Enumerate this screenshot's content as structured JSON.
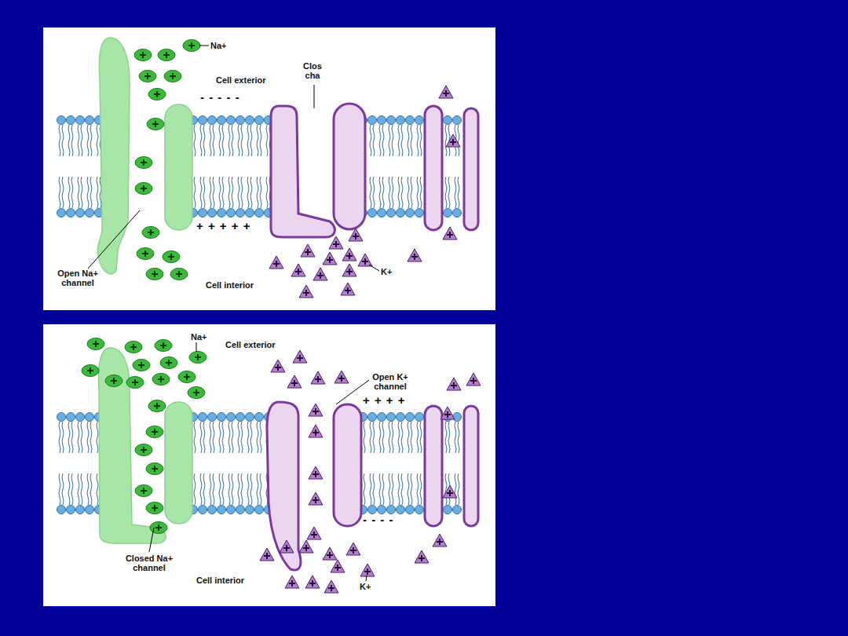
{
  "diagram": {
    "labels": [
      "Na+",
      "Cell exterior",
      "Clos cha",
      "- - - - -",
      "+ + + + +",
      "Open Na+ channel",
      "Cell interior",
      "K+",
      "Na+",
      "Cell exterior",
      "Open K+ channel",
      "+ + + +",
      "- - - -",
      "Closed Na+ channel",
      "Cell interior",
      "K+"
    ]
  }
}
